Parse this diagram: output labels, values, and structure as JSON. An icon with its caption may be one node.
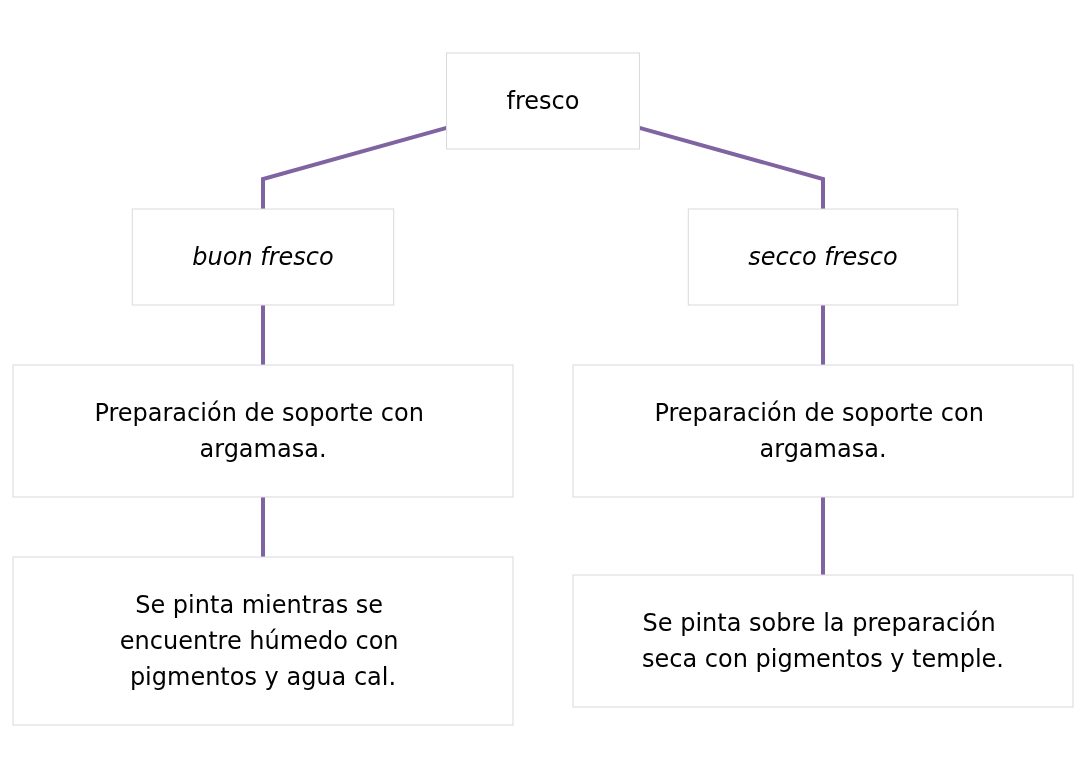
{
  "diagram": {
    "nodes": [
      {
        "text": [
          "fresco"
        ]
      },
      {
        "text": [
          "buon fresco"
        ]
      },
      {
        "text": [
          "secco fresco"
        ]
      },
      {
        "text": [
          "Preparación de soporte con argamasa."
        ]
      },
      {
        "text": [
          "Preparación de soporte con argamasa."
        ]
      },
      {
        "text": [
          "Se pinta mientras se encuentre húmedo con pigmentos y agua cal."
        ]
      },
      {
        "text": [
          "Se pinta sobre la preparación seca con pigmentos y temple."
        ]
      }
    ],
    "edges": [
      {
        "from": 0,
        "to": 1,
        "arrow": "none"
      },
      {
        "from": 0,
        "to": 2,
        "arrow": "none"
      },
      {
        "from": 1,
        "to": 3,
        "arrow": "none"
      },
      {
        "from": 2,
        "to": 4,
        "arrow": "none"
      },
      {
        "from": 3,
        "to": 5,
        "arrow": "none"
      },
      {
        "from": 4,
        "to": 6,
        "arrow": "none"
      }
    ]
  }
}
